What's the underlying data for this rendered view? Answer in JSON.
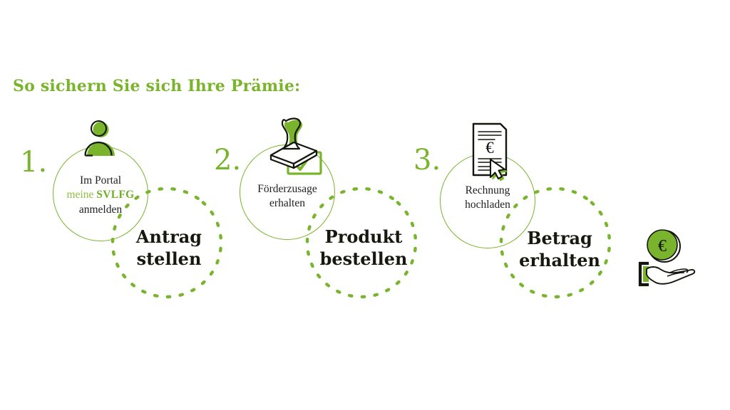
{
  "colors": {
    "brand_green": "#7ab42c",
    "brand_green_light": "#8cbf45",
    "brand_green_dark": "#6fae25",
    "ink": "#1a1a18",
    "background": "#ffffff"
  },
  "headline": {
    "text": "So sichern Sie sich Ihre Prämie:"
  },
  "steps": [
    {
      "ordinal": "1.",
      "icon": "person-icon",
      "circle_lines": [
        {
          "text": "Im Portal",
          "style": "ink"
        },
        {
          "parts": [
            {
              "text": "meine ",
              "style": "brand-light"
            },
            {
              "text": "SVLFG",
              "style": "brand-bold"
            }
          ]
        },
        {
          "text": "anmelden",
          "style": "ink"
        }
      ],
      "outcome_lines": [
        "Antrag",
        "stellen"
      ]
    },
    {
      "ordinal": "2.",
      "icon": "stamp-approval-icon",
      "circle_lines": [
        {
          "text": "Förderzusage",
          "style": "ink"
        },
        {
          "text": "erhalten",
          "style": "ink"
        }
      ],
      "outcome_lines": [
        "Produkt",
        "bestellen"
      ]
    },
    {
      "ordinal": "3.",
      "icon": "invoice-upload-icon",
      "circle_lines": [
        {
          "text": "Rechnung",
          "style": "ink"
        },
        {
          "text": "hochladen",
          "style": "ink"
        }
      ],
      "outcome_lines": [
        "Betrag",
        "erhalten"
      ]
    }
  ],
  "final_icon": {
    "name": "coin-in-hand-icon",
    "currency_symbol": "€"
  },
  "invoice_icon": {
    "currency_symbol": "€"
  }
}
